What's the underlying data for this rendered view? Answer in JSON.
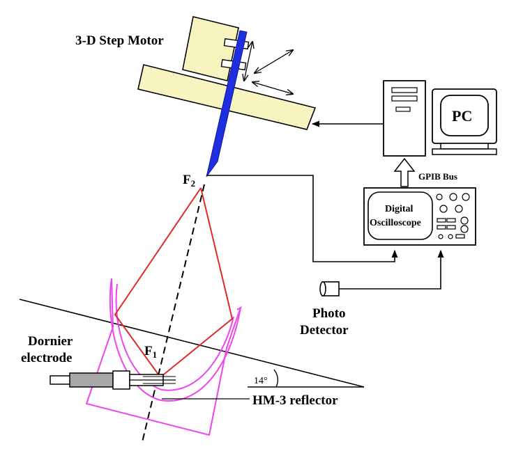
{
  "labels": {
    "step_motor": "3-D Step Motor",
    "f2_main": "F",
    "f2_sub": "2",
    "gpib": "GPIB Bus",
    "pc": "PC",
    "osc_line1": "Digital",
    "osc_line2": "Oscilloscope",
    "photo_line1": "Photo",
    "photo_line2": "Detector",
    "dornier_line1": "Dornier",
    "dornier_line2": "electrode",
    "f1_main": "F",
    "f1_sub": "1",
    "angle": "14°",
    "reflector": "HM-3 reflector"
  },
  "colors": {
    "motor_fill": "#f8f4c0",
    "probe": "#1f2fe0",
    "ray": "#e02a2a",
    "reflector": "#ee44ee",
    "line": "#000000",
    "electrode_fill": "#a8a8a8"
  }
}
